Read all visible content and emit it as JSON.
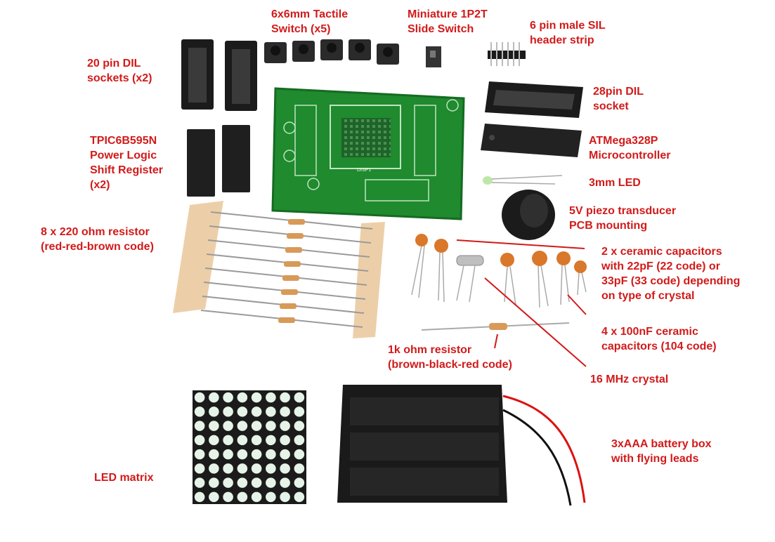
{
  "colors": {
    "label_red": "#d21a1a",
    "pcb_green": "#1f8a2e",
    "chip_black": "#1b1b1b",
    "capacitor_orange": "#d9772b",
    "resistor_tan": "#e9c79a",
    "led_matrix_dot": "#e6f3e8"
  },
  "labels": {
    "dil20": [
      "20 pin DIL",
      "sockets (x2)"
    ],
    "tactile": [
      "6x6mm Tactile",
      "Switch (x5)"
    ],
    "slide": [
      "Miniature 1P2T",
      "Slide Switch"
    ],
    "sil": [
      "6 pin male SIL",
      "header strip"
    ],
    "dil28": [
      "28pin DIL",
      "socket"
    ],
    "tpic": [
      "TPIC6B595N",
      "Power Logic",
      "Shift Register",
      "(x2)"
    ],
    "atmega": [
      "ATMega328P",
      "Microcontroller"
    ],
    "led3": [
      "3mm LED"
    ],
    "piezo": [
      "5V piezo transducer",
      "PCB mounting"
    ],
    "res220": [
      "8 x 220 ohm resistor",
      "(red-red-brown code)"
    ],
    "cap22": [
      "2 x ceramic capacitors",
      "with 22pF (22 code) or",
      "33pF (33 code) depending",
      "on type of crystal"
    ],
    "cap100": [
      "4 x 100nF ceramic",
      "capacitors (104 code)"
    ],
    "res1k": [
      "1k ohm resistor",
      "(brown-black-red code)"
    ],
    "crystal": [
      "16 MHz crystal"
    ],
    "matrix": [
      "LED matrix"
    ],
    "battery": [
      "3xAAA battery box",
      "with flying leads"
    ]
  },
  "pcb_text": {
    "board_label": "DISP1"
  }
}
